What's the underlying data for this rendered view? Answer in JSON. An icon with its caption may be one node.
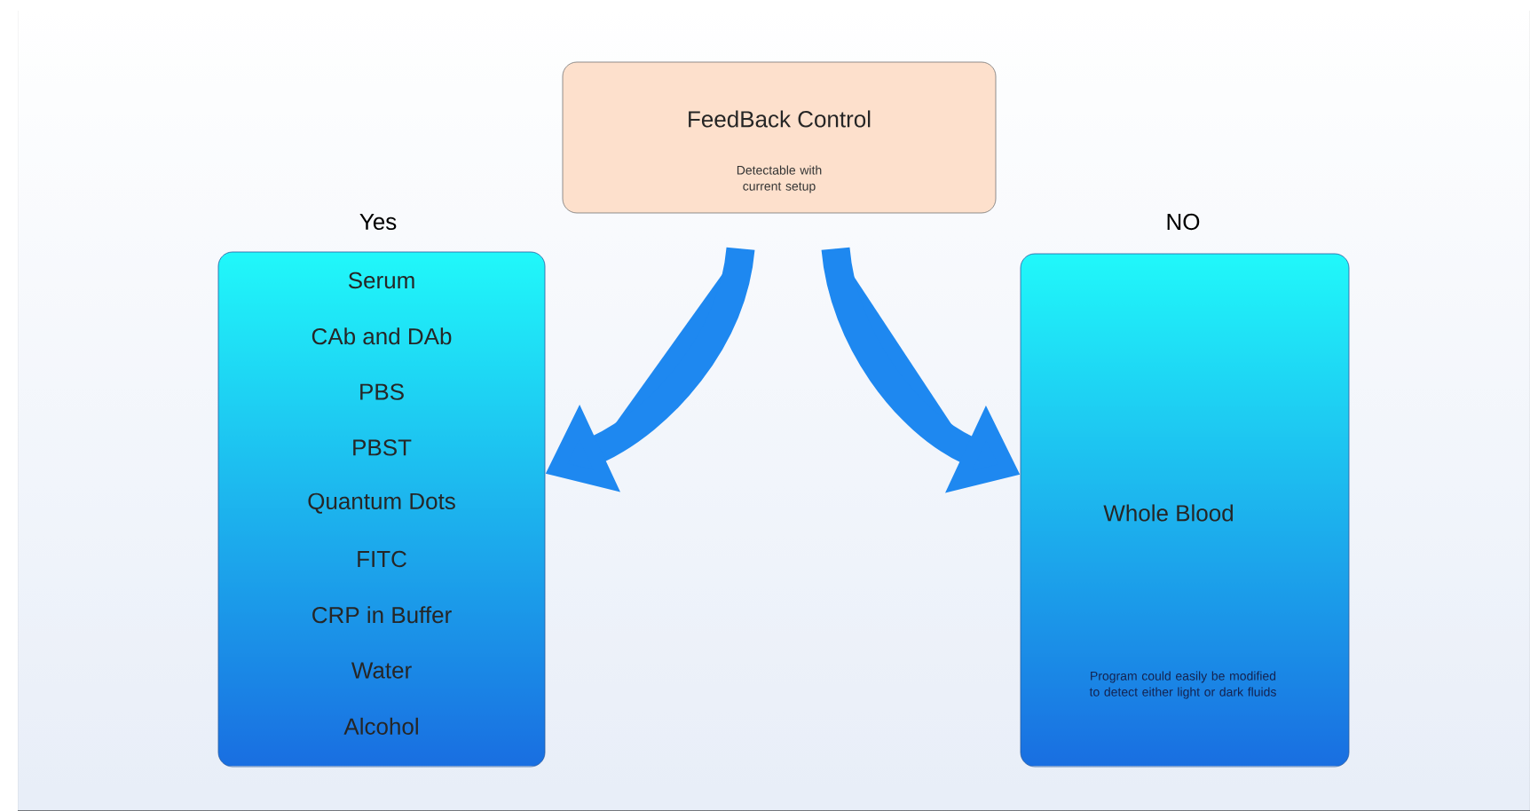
{
  "diagram": {
    "nodes": [
      {
        "text": [
          "FeedBack Control",
          "Detectable with current setup"
        ]
      },
      {
        "text": [
          "Yes",
          "Serum",
          "CAb and DAb",
          "PBS",
          "PBST",
          "Quantum Dots",
          "FITC",
          "CRP in Buffer",
          "Water",
          "Alcohol"
        ]
      },
      {
        "text": [
          "NO",
          "Whole Blood",
          "Program could easily be modified to detect either light or dark fluids"
        ]
      }
    ],
    "edges": [
      {
        "from": 0,
        "to": 1,
        "arrow": "to"
      },
      {
        "from": 0,
        "to": 2,
        "arrow": "to"
      }
    ]
  }
}
